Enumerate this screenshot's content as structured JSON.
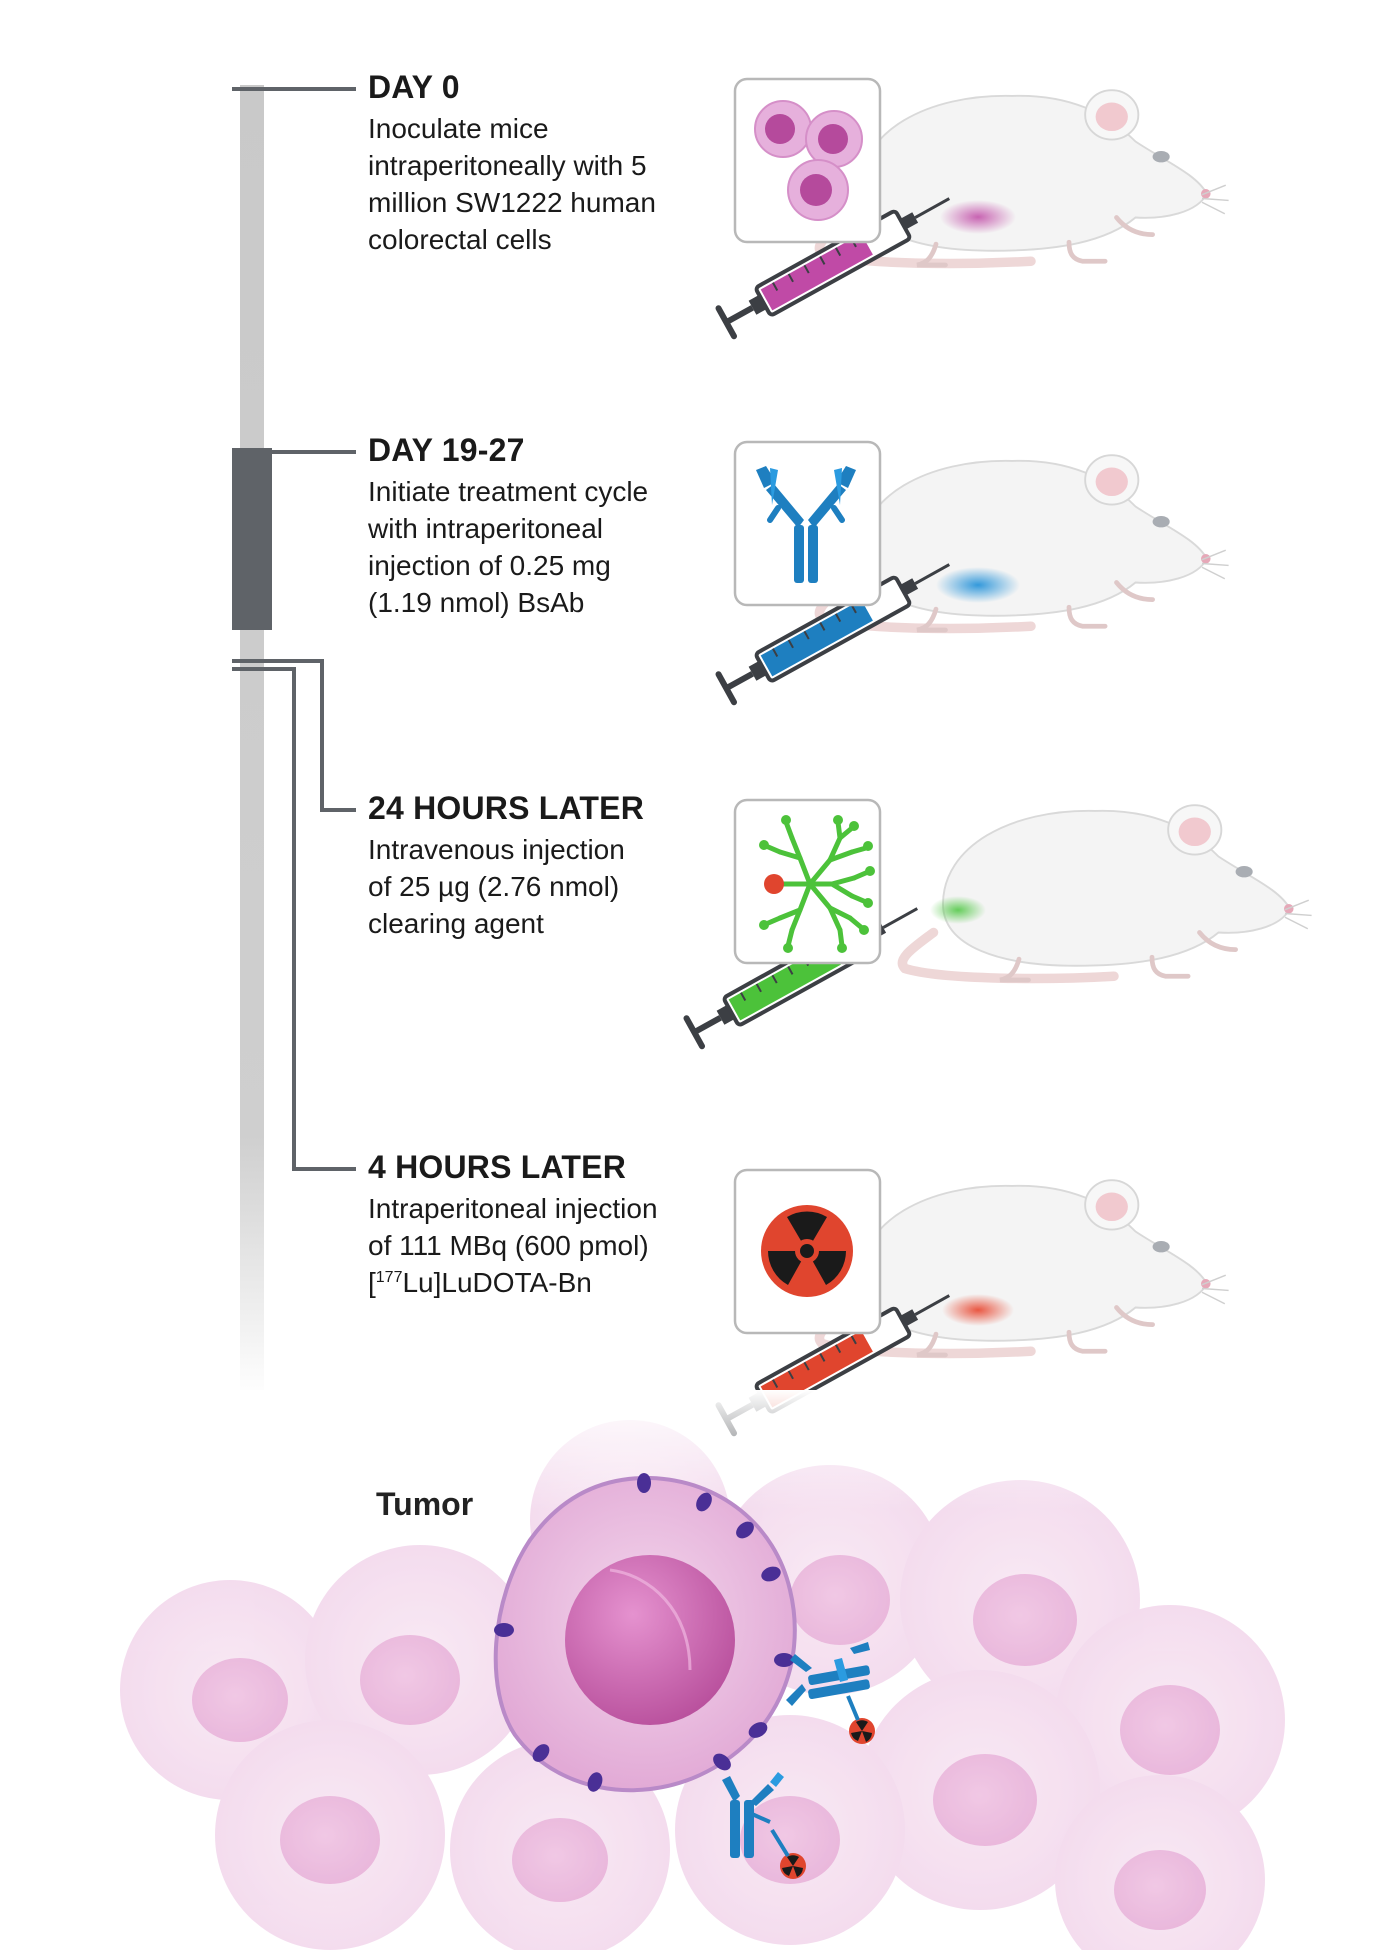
{
  "steps": [
    {
      "title": "DAY 0",
      "lines": [
        "Inoculate mice",
        "intraperitoneally with 5",
        "million SW1222 human",
        "colorectal cells"
      ],
      "color": "#c04aa6",
      "icon": "tumor-cells-icon"
    },
    {
      "title": "DAY 19-27",
      "lines": [
        "Initiate treatment cycle",
        "with intraperitoneal",
        "injection of 0.25 mg",
        "(1.19 nmol) BsAb"
      ],
      "color": "#1e7fc0",
      "icon": "bispecific-antibody-icon"
    },
    {
      "title": "24 HOURS LATER",
      "lines": [
        "Intravenous injection",
        "of 25 µg (2.76 nmol)",
        "clearing agent"
      ],
      "color": "#4cc23a",
      "icon": "dendrimer-clearing-agent-icon"
    },
    {
      "title": "4 HOURS LATER",
      "lines": [
        "Intraperitoneal injection",
        "of 111 MBq (600 pmol)"
      ],
      "last_line": {
        "open": "[",
        "sup": "177",
        "rest": "Lu]LuDOTA-Bn"
      },
      "color": "#e0452e",
      "icon": "radiation-icon"
    }
  ],
  "tumor": {
    "label": "Tumor"
  },
  "colors": {
    "timeline_bar": "#cfcfcf",
    "timeline_dark": "#5f6368",
    "icon_border": "#b8b8b8",
    "tumor_cell": "#e8b6de",
    "tumor_nucleus": "#c55aa8"
  }
}
